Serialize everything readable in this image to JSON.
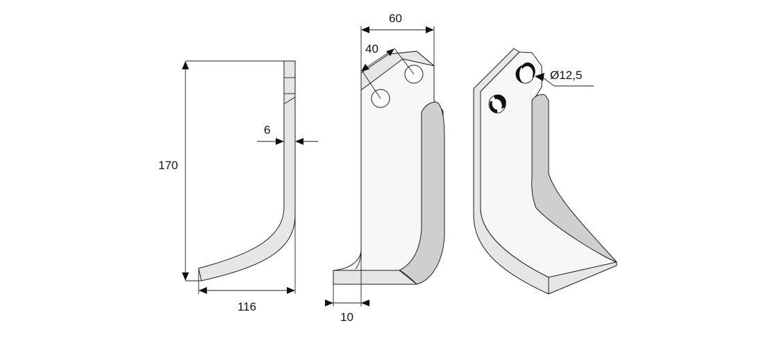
{
  "dimensions": {
    "height": "170",
    "thickness": "6",
    "length": "116",
    "width_top": "60",
    "hole_spacing": "40",
    "offset": "10",
    "hole_diameter": "Ø12,5"
  }
}
